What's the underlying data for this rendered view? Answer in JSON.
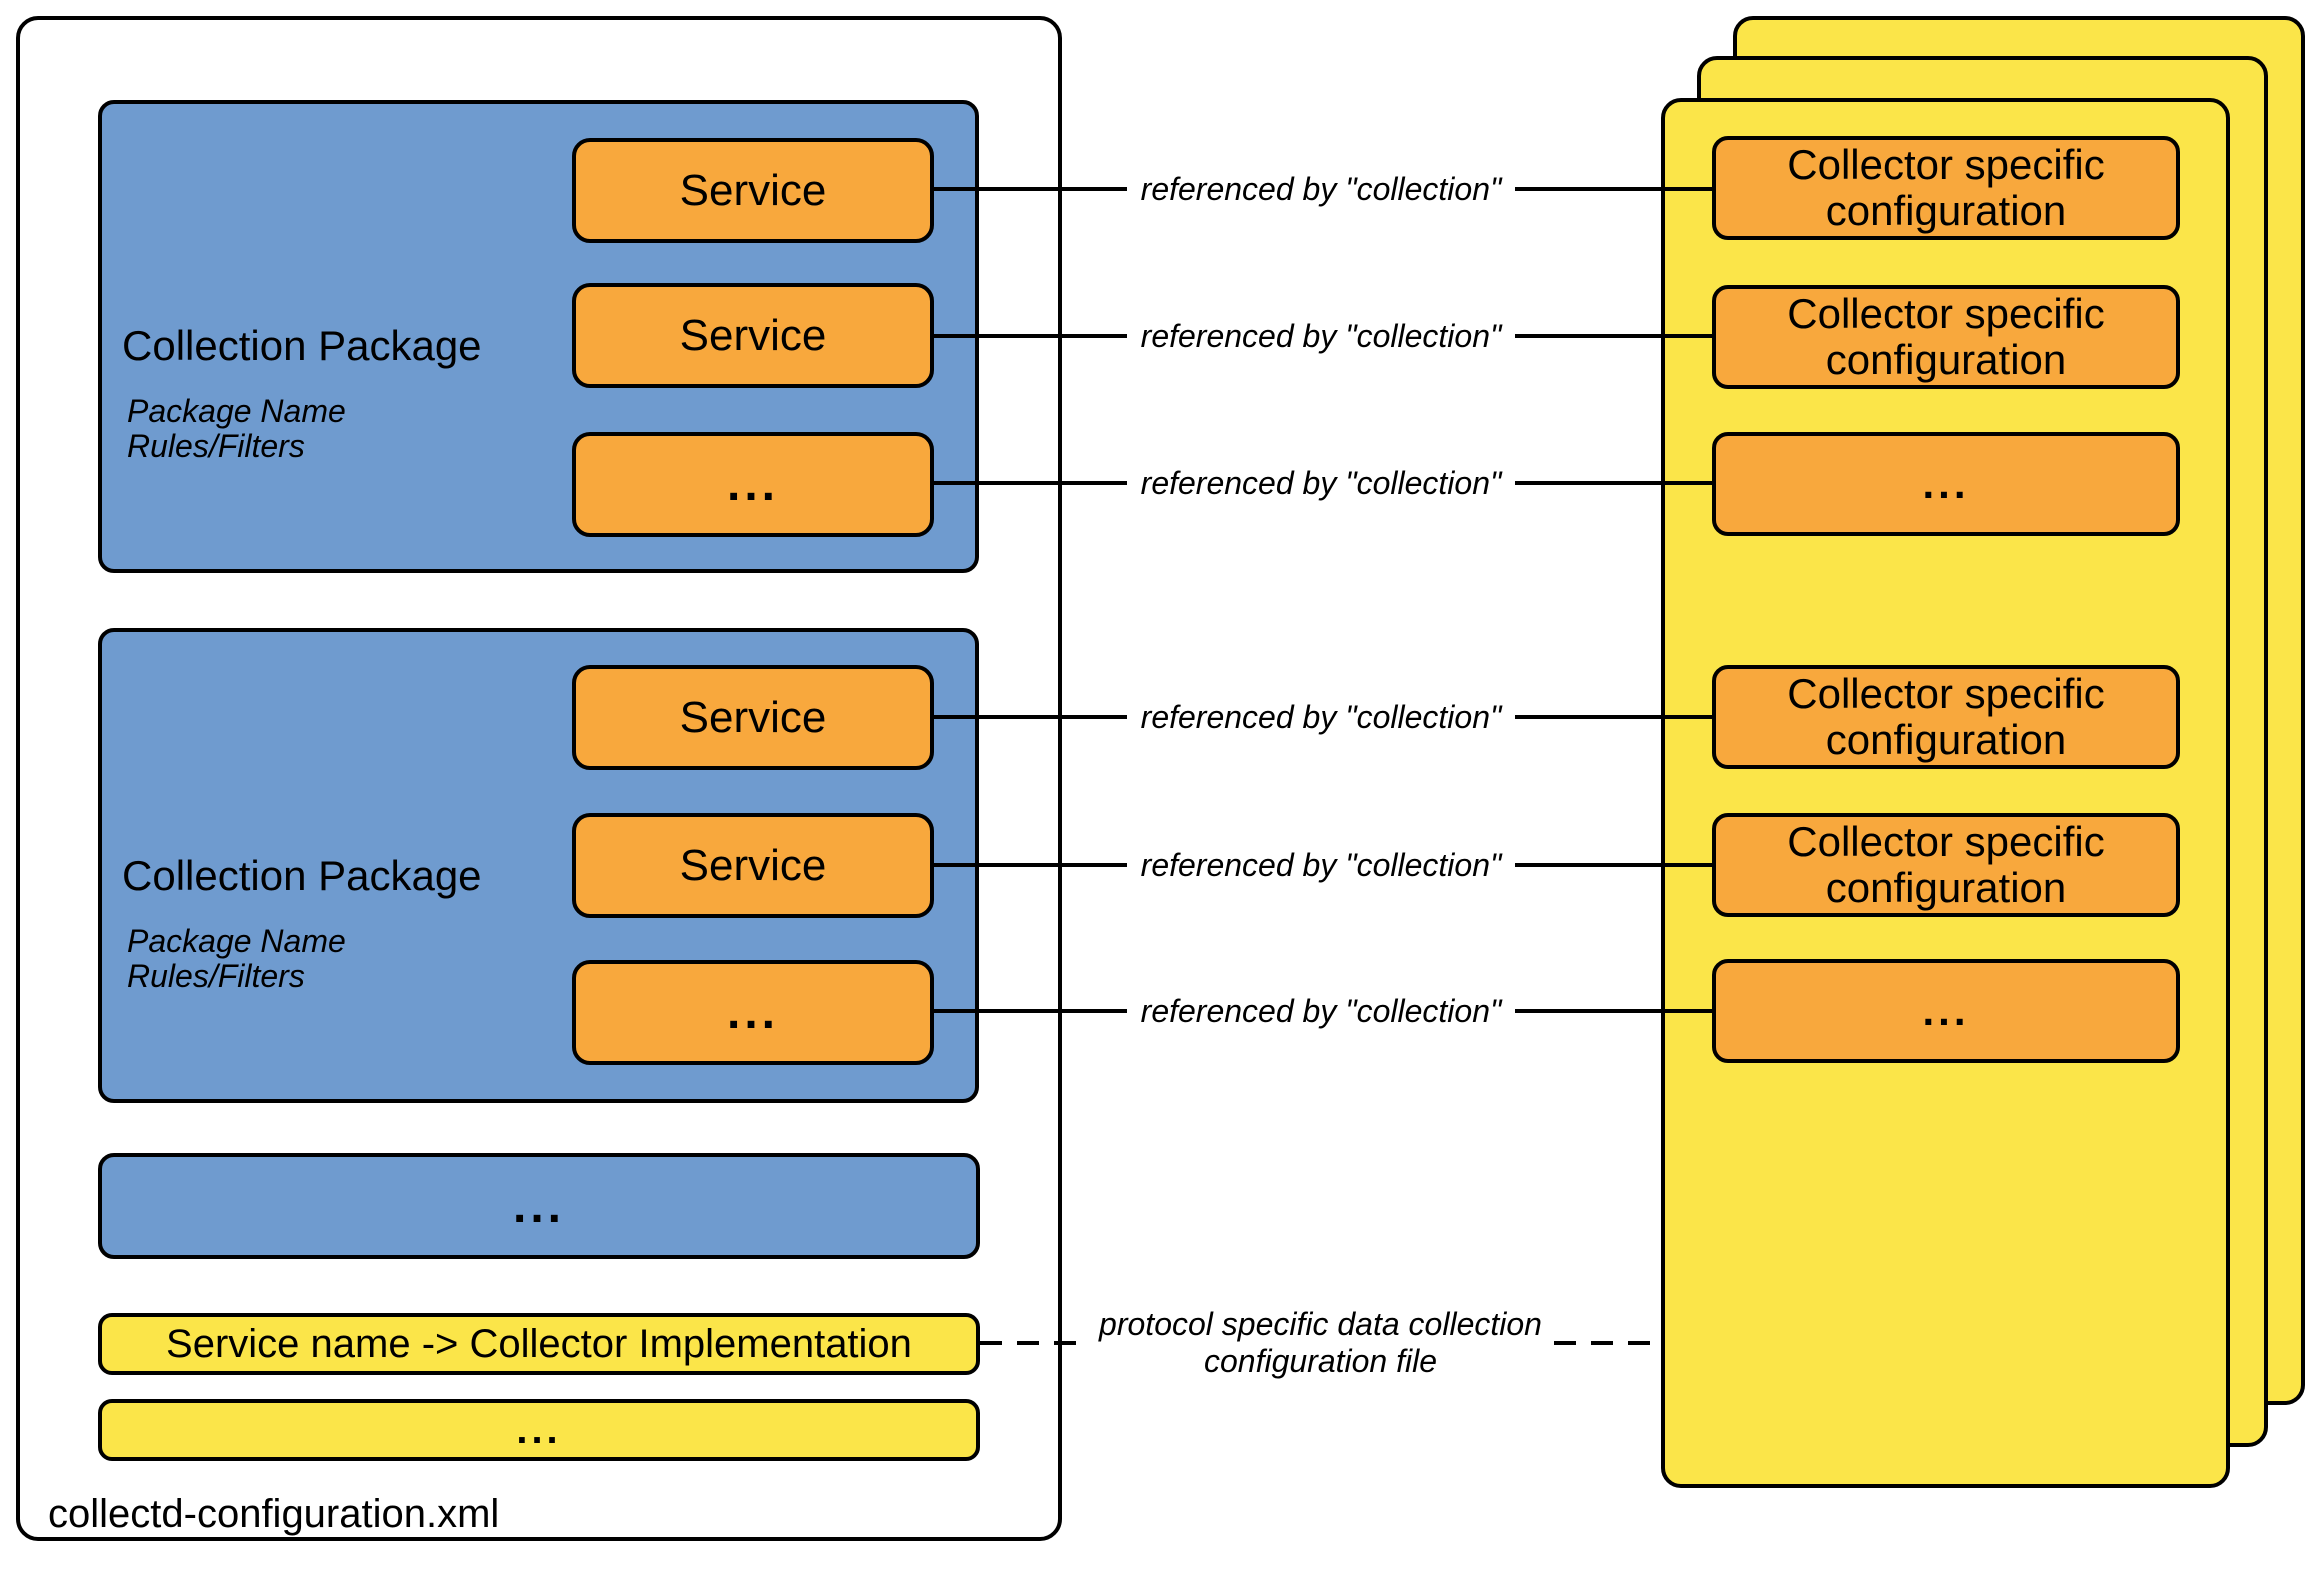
{
  "diagram": {
    "file_box": {
      "label": "collectd-configuration.xml",
      "packages": [
        {
          "title": "Collection Package",
          "meta_lines": [
            "Package Name",
            "Rules/Filters"
          ],
          "rows": [
            "Service",
            "Service",
            "..."
          ]
        },
        {
          "title": "Collection Package",
          "meta_lines": [
            "Package Name",
            "Rules/Filters"
          ],
          "rows": [
            "Service",
            "Service",
            "..."
          ]
        }
      ],
      "more_packages": "...",
      "mapping_row": "Service name -> Collector Implementation",
      "more_mappings": "..."
    },
    "collector_pages": {
      "rows": [
        "Collector specific configuration",
        "Collector specific configuration",
        "...",
        "Collector specific configuration",
        "Collector specific configuration",
        "..."
      ]
    },
    "labels": {
      "referenced_by": "referenced by \"collection\"",
      "protocol_line1": "protocol specific data collection",
      "protocol_line2": "configuration file"
    },
    "colors": {
      "package_fill": "#6F9BCF",
      "service_fill": "#F8A83D",
      "page_fill": "#FBE549",
      "line": "#000000"
    }
  }
}
